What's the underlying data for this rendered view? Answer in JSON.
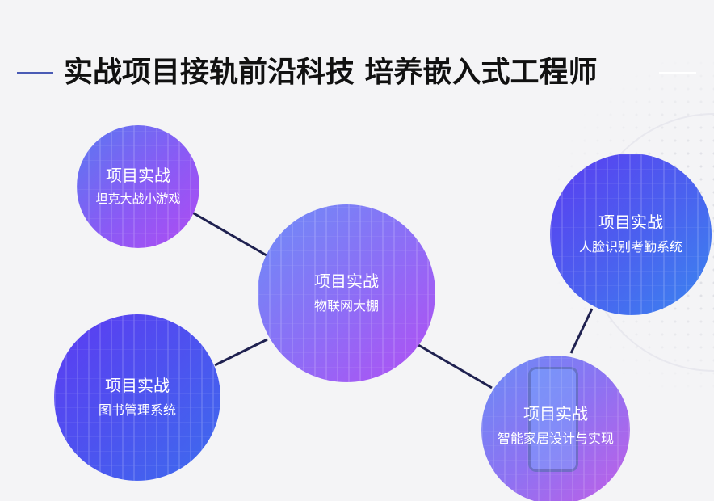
{
  "header": {
    "title": "实战项目接轨前沿科技 培养嵌入式工程师",
    "accent_line_color": "#4a5bb5"
  },
  "projects": [
    {
      "heading": "项目实战",
      "name": "坦克大战小游戏"
    },
    {
      "heading": "项目实战",
      "name": "物联网大棚"
    },
    {
      "heading": "项目实战",
      "name": "人脸识别考勤系统"
    },
    {
      "heading": "项目实战",
      "name": "图书管理系统"
    },
    {
      "heading": "项目实战",
      "name": "智能家居设计与实现"
    }
  ],
  "colors": {
    "background": "#f4f4f6",
    "connector": "#1f2150",
    "gradient_blue": "#4a62ef",
    "gradient_purple": "#b04cf2"
  }
}
